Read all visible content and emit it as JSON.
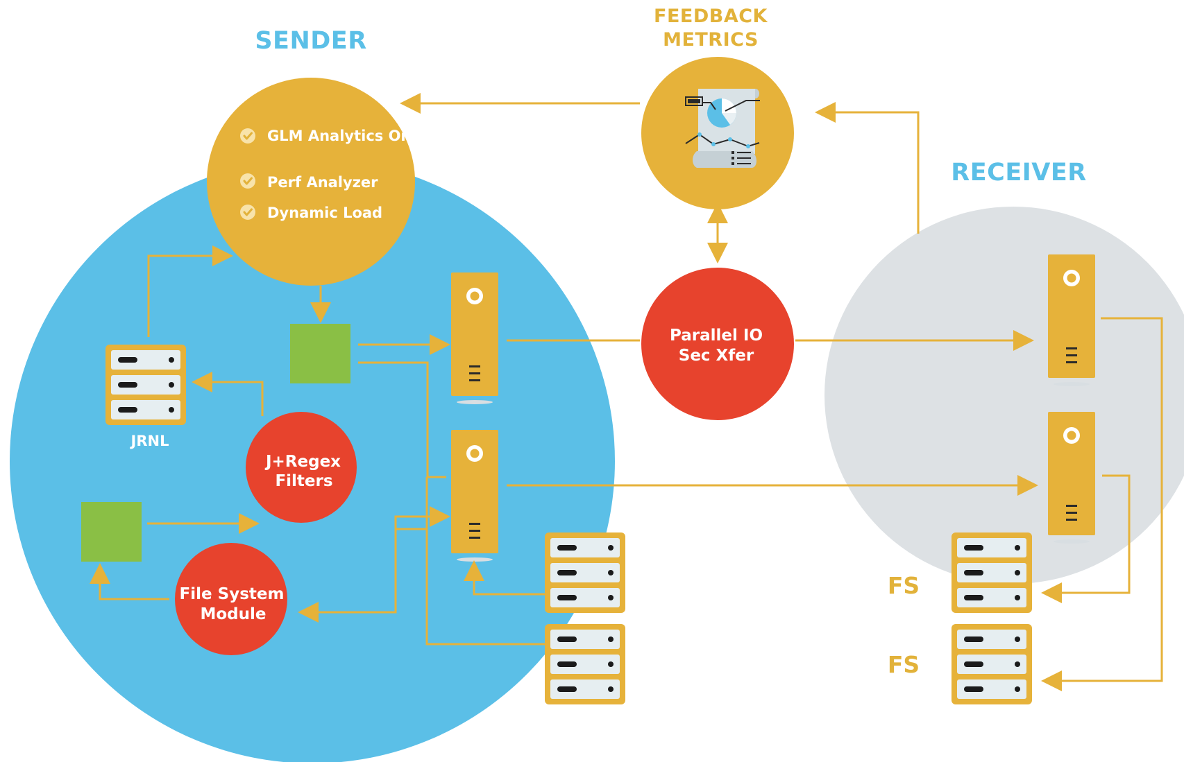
{
  "colors": {
    "sender_circle": "#5bbfe7",
    "receiver_circle": "#dde1e4",
    "gold": "#e6b23a",
    "red": "#e7432d",
    "green": "#8abf45",
    "panel": "#e6eef1"
  },
  "sender": {
    "title": "SENDER",
    "orchestrator": {
      "items": [
        "GLM Analytics Orchestrator",
        "Perf Analyzer",
        "Dynamic Load"
      ]
    },
    "jrnl_label": "JRNL",
    "filters_label_line1": "J+Regex",
    "filters_label_line2": "Filters",
    "fs_module_label_line1": "File System",
    "fs_module_label_line2": "Module"
  },
  "feedback": {
    "title_line1": "FEEDBACK",
    "title_line2": "METRICS",
    "icon": "report-chart-icon"
  },
  "transfer": {
    "label_line1": "Parallel IO",
    "label_line2": "Sec Xfer"
  },
  "receiver": {
    "title": "RECEIVER",
    "fs_labels": [
      "FS",
      "FS"
    ]
  }
}
